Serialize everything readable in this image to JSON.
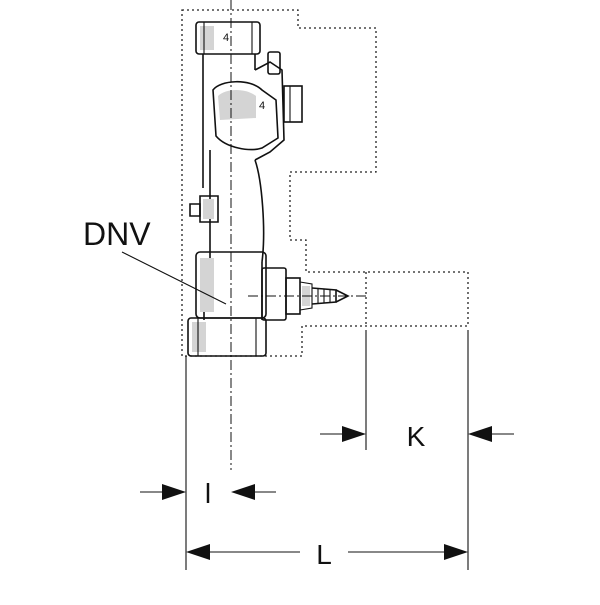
{
  "diagram": {
    "labels": {
      "component": "DNV",
      "dim_k": "K",
      "dim_l": "L",
      "dim_i": "l"
    },
    "body_marks": {
      "top": "4",
      "middle": "4"
    }
  }
}
